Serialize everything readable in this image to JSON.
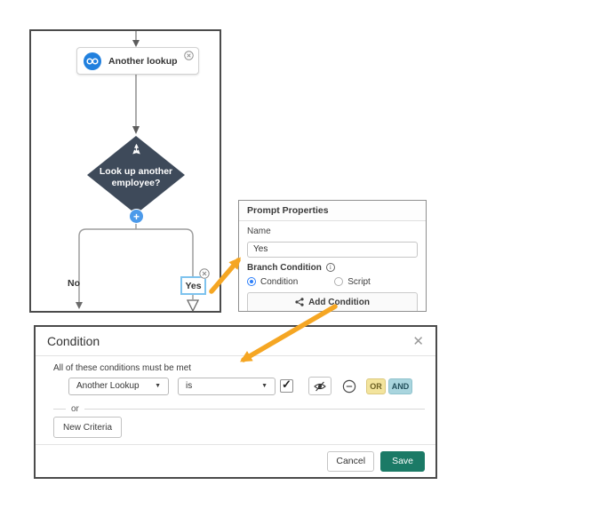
{
  "canvas": {
    "node_label": "Another lookup",
    "diamond_label_line1": "Look up another",
    "diamond_label_line2": "employee?",
    "plus_label": "+",
    "branch_no_label": "No",
    "branch_yes_label": "Yes"
  },
  "prompt_properties": {
    "title": "Prompt Properties",
    "name_label": "Name",
    "name_value": "Yes",
    "branch_condition_label": "Branch Condition",
    "radio_condition_label": "Condition",
    "radio_script_label": "Script",
    "add_condition_label": "Add Condition"
  },
  "condition_modal": {
    "title": "Condition",
    "conditions_header": "All of these conditions must be met",
    "field_dropdown_value": "Another Lookup",
    "operator_dropdown_value": "is",
    "or_button_label": "OR",
    "and_button_label": "AND",
    "or_divider_label": "or",
    "new_criteria_label": "New Criteria",
    "cancel_label": "Cancel",
    "save_label": "Save"
  },
  "icons": {
    "dropdown_caret": "▼",
    "check": "✓",
    "close": "✕",
    "info": "i"
  },
  "colors": {
    "diamond_fill": "#3E4A5A",
    "node_icon_blue": "#2180DE",
    "plus_blue": "#4C9AEA",
    "yes_highlight_border": "#7EC3EE",
    "arrow_orange": "#F5A623",
    "or_bg": "#F3E49D",
    "and_bg": "#A9D5DE",
    "save_bg": "#1B7A66",
    "radio_selected": "#2D7FF9"
  }
}
